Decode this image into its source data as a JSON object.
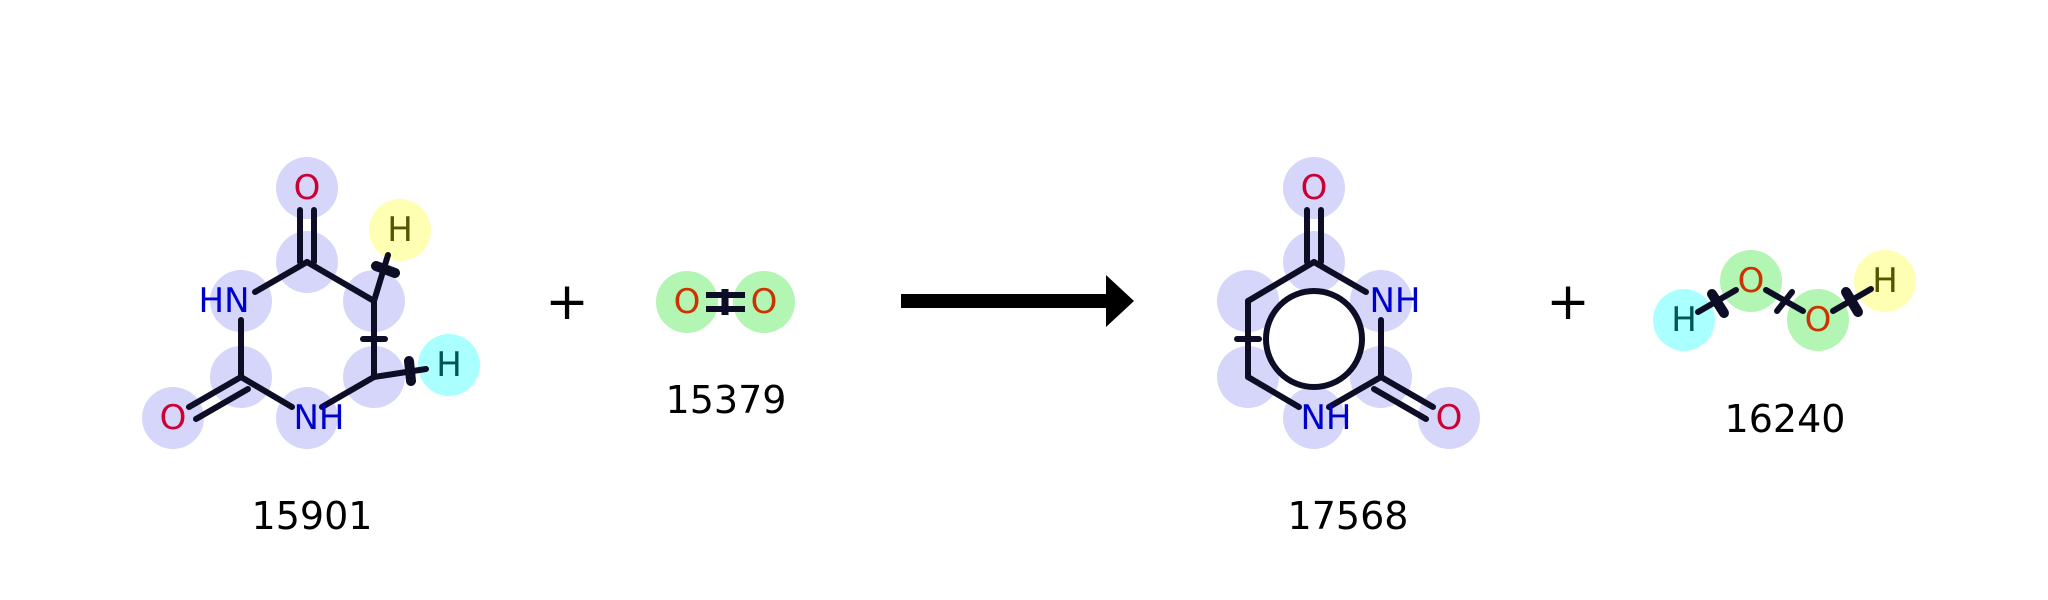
{
  "reaction": {
    "reactants": [
      {
        "id": "15901",
        "atoms": [
          {
            "key": "a1",
            "label": "O",
            "color": "#cc0033",
            "highlight": "#d6d6fb"
          },
          {
            "key": "a2",
            "label": "",
            "color": "#000000",
            "highlight": "#d6d6fb"
          },
          {
            "key": "a3",
            "label": "HN",
            "color": "#0000cc",
            "highlight": "#d6d6fb"
          },
          {
            "key": "a4",
            "label": "",
            "color": "#000000",
            "highlight": "#d6d6fb"
          },
          {
            "key": "a5",
            "label": "O",
            "color": "#cc0033",
            "highlight": "#d6d6fb"
          },
          {
            "key": "a6",
            "label": "NH",
            "color": "#0000cc",
            "highlight": "#d6d6fb"
          },
          {
            "key": "a7",
            "label": "",
            "color": "#000000",
            "highlight": "#d6d6fb"
          },
          {
            "key": "a8",
            "label": "",
            "color": "#000000",
            "highlight": "#d6d6fb"
          },
          {
            "key": "a9",
            "label": "H",
            "color": "#555500",
            "highlight": "#ffffb3"
          },
          {
            "key": "a10",
            "label": "H",
            "color": "#005555",
            "highlight": "#aaffff"
          }
        ]
      },
      {
        "id": "15379",
        "atoms": [
          {
            "key": "b1",
            "label": "O",
            "color": "#cc3300",
            "highlight": "#b3f5b3"
          },
          {
            "key": "b2",
            "label": "O",
            "color": "#cc3300",
            "highlight": "#b3f5b3"
          }
        ]
      }
    ],
    "products": [
      {
        "id": "17568",
        "atoms": [
          {
            "key": "c1",
            "label": "O",
            "color": "#cc0033",
            "highlight": "#d6d6fb"
          },
          {
            "key": "c2",
            "label": "",
            "color": "#000000",
            "highlight": "#d6d6fb"
          },
          {
            "key": "c3",
            "label": "NH",
            "color": "#0000cc",
            "highlight": "#d6d6fb"
          },
          {
            "key": "c4",
            "label": "",
            "color": "#000000",
            "highlight": "#d6d6fb"
          },
          {
            "key": "c5",
            "label": "O",
            "color": "#cc0033",
            "highlight": "#d6d6fb"
          },
          {
            "key": "c6",
            "label": "NH",
            "color": "#0000cc",
            "highlight": "#d6d6fb"
          },
          {
            "key": "c7",
            "label": "",
            "color": "#000000",
            "highlight": "#d6d6fb"
          },
          {
            "key": "c8",
            "label": "",
            "color": "#000000",
            "highlight": "#d6d6fb"
          }
        ]
      },
      {
        "id": "16240",
        "atoms": [
          {
            "key": "d1",
            "label": "H",
            "color": "#005555",
            "highlight": "#aaffff"
          },
          {
            "key": "d2",
            "label": "O",
            "color": "#cc3300",
            "highlight": "#b3f5b3"
          },
          {
            "key": "d3",
            "label": "O",
            "color": "#cc3300",
            "highlight": "#b3f5b3"
          },
          {
            "key": "d4",
            "label": "H",
            "color": "#555500",
            "highlight": "#ffffb3"
          }
        ]
      }
    ],
    "plus_symbol": "+",
    "arrow": "reaction-arrow",
    "bond_color": "#0d0d26"
  }
}
